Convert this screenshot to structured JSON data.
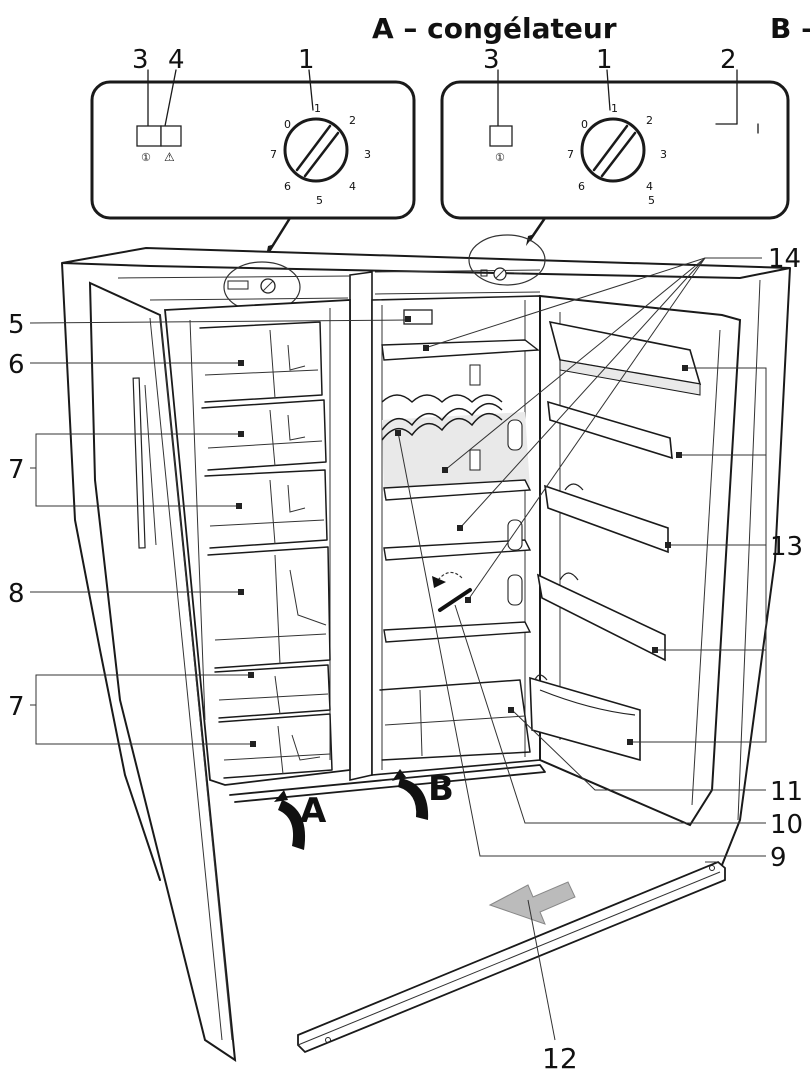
{
  "headings": {
    "freezer": "A – congélateur",
    "fridge": "B –"
  },
  "panel_freezer": {
    "callouts": [
      "3",
      "4",
      "1"
    ],
    "dial_numbers": [
      "0",
      "1",
      "2",
      "3",
      "4",
      "5",
      "6",
      "7"
    ],
    "symbols": [
      "①",
      "⚠"
    ]
  },
  "panel_fridge": {
    "callouts": [
      "3",
      "1",
      "2"
    ],
    "dial_numbers": [
      "0",
      "1",
      "2",
      "3",
      "4",
      "5",
      "6",
      "7"
    ],
    "symbols": [
      "①"
    ]
  },
  "callouts": {
    "c5": "5",
    "c6": "6",
    "c7a": "7",
    "c8": "8",
    "c7b": "7",
    "c14": "14",
    "c13": "13",
    "c11": "11",
    "c10": "10",
    "c9": "9",
    "c12": "12"
  },
  "arrows": {
    "a": "A",
    "b": "B"
  },
  "icons": [
    "dial-knob-icon",
    "power-indicator-icon",
    "alarm-warning-icon",
    "rotation-arrow-icon",
    "slide-arrow-icon"
  ]
}
